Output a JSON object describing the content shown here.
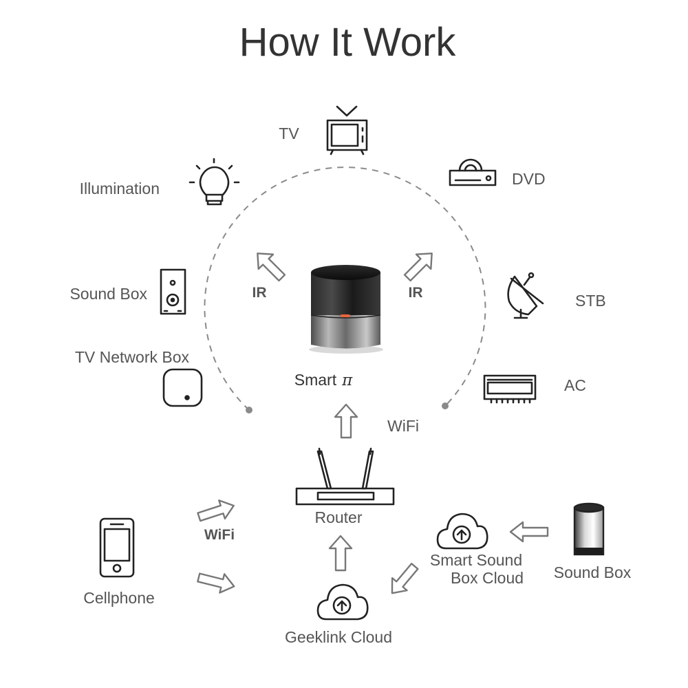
{
  "title": "How It Work",
  "center": {
    "label_text": "Smart",
    "label_symbol": "π"
  },
  "ir_left": "IR",
  "ir_right": "IR",
  "devices": {
    "tv": "TV",
    "dvd": "DVD",
    "illumination": "Illumination",
    "stb": "STB",
    "sound_box_left": "Sound Box",
    "tv_network_box": "TV Network Box",
    "ac": "AC"
  },
  "wifi_top": "WiFi",
  "router": "Router",
  "wifi_phone": "WiFi",
  "cellphone": "Cellphone",
  "geeklink_cloud": "Geeklink Cloud",
  "smart_sound_box_cloud": [
    "Smart Sound",
    "Box Cloud"
  ],
  "sound_box_right": "Sound Box",
  "colors": {
    "line": "#222222",
    "text": "#555555",
    "arrow": "#777777",
    "led": "#e8643a"
  }
}
